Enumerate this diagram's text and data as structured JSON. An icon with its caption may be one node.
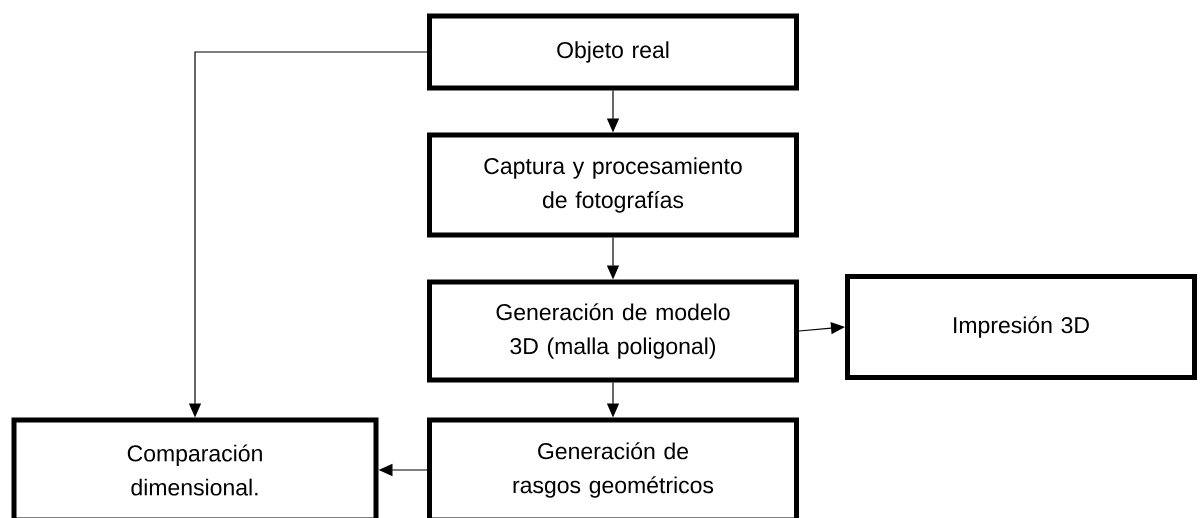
{
  "diagram": {
    "nodes": [
      {
        "text": [
          "Objeto real"
        ]
      },
      {
        "text": [
          "Captura y procesamiento de fotografías"
        ]
      },
      {
        "text": [
          "Generación de modelo 3D (malla poligonal)"
        ]
      },
      {
        "text": [
          "Impresión 3D"
        ]
      },
      {
        "text": [
          "Comparación dimensional."
        ]
      },
      {
        "text": [
          "Generación de rasgos geométricos"
        ]
      }
    ],
    "edges": [
      {
        "from": 0,
        "to": 1,
        "arrow": "to"
      },
      {
        "from": 1,
        "to": 2,
        "arrow": "to"
      },
      {
        "from": 2,
        "to": 3,
        "arrow": "to"
      },
      {
        "from": 2,
        "to": 5,
        "arrow": "to"
      },
      {
        "from": 5,
        "to": 4,
        "arrow": "to"
      },
      {
        "from": 0,
        "to": 4,
        "arrow": "to"
      }
    ]
  }
}
